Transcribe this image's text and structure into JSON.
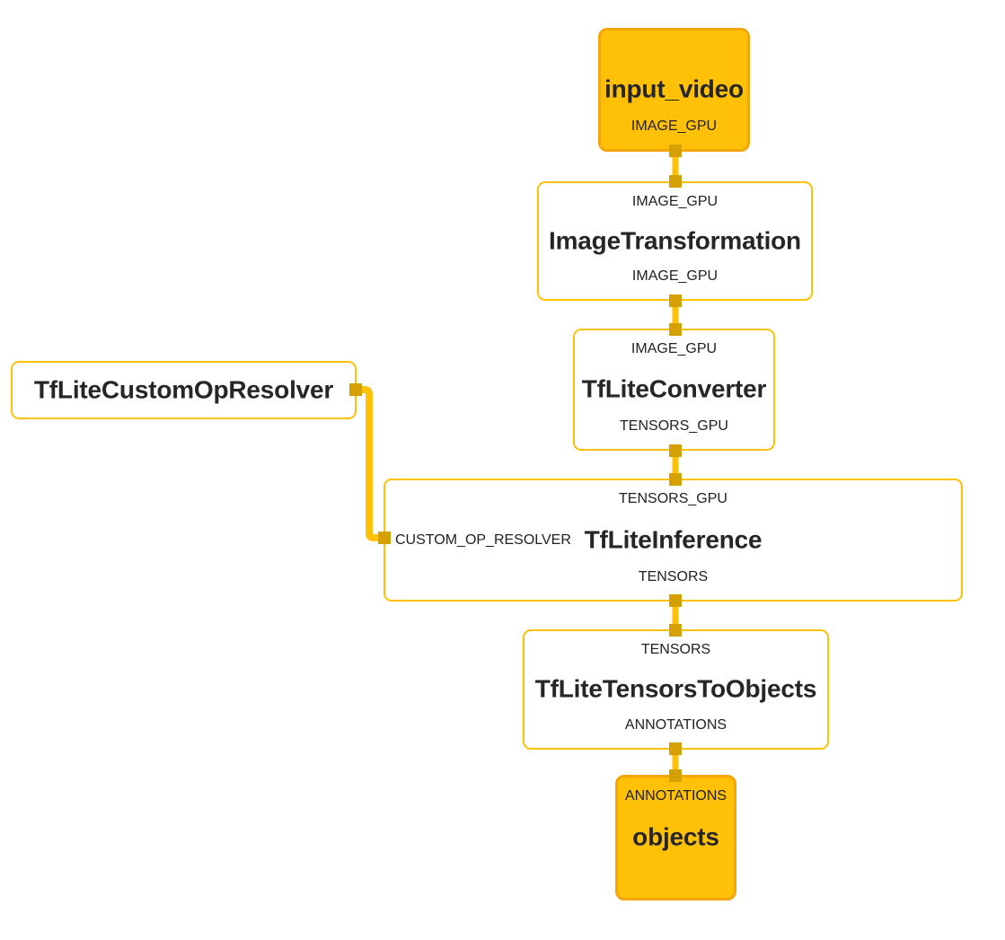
{
  "diagram": {
    "kind": "dataflow-graph",
    "background": "#FFFFFF",
    "colors": {
      "node_border": "#FFC107",
      "edge_line": "#FFC107",
      "port_connector_square": "#D4A004",
      "stream_node_fill": "#FFC107",
      "stream_node_border": "#F4A50B",
      "text": "#212121"
    },
    "nodes": [
      {
        "title": "input_video",
        "kind": "input-stream",
        "ports": {
          "output": "IMAGE_GPU"
        }
      },
      {
        "title": "ImageTransformation",
        "kind": "calculator",
        "ports": {
          "input": "IMAGE_GPU",
          "output": "IMAGE_GPU"
        }
      },
      {
        "title": "TfLiteConverter",
        "kind": "calculator",
        "ports": {
          "input": "IMAGE_GPU",
          "output": "TENSORS_GPU"
        }
      },
      {
        "title": "TfLiteCustomOpResolver",
        "kind": "calculator",
        "ports": {}
      },
      {
        "title": "TfLiteInference",
        "kind": "calculator",
        "ports": {
          "input": "TENSORS_GPU",
          "side_input": "CUSTOM_OP_RESOLVER",
          "output": "TENSORS"
        }
      },
      {
        "title": "TfLiteTensorsToObjects",
        "kind": "calculator",
        "ports": {
          "input": "TENSORS",
          "output": "ANNOTATIONS"
        }
      },
      {
        "title": "objects",
        "kind": "output-stream",
        "ports": {
          "input": "ANNOTATIONS"
        }
      }
    ],
    "edges": [
      {
        "from": "input_video",
        "to": "ImageTransformation",
        "label": "IMAGE_GPU"
      },
      {
        "from": "ImageTransformation",
        "to": "TfLiteConverter",
        "label": "IMAGE_GPU"
      },
      {
        "from": "TfLiteConverter",
        "to": "TfLiteInference",
        "label": "TENSORS_GPU"
      },
      {
        "from": "TfLiteCustomOpResolver",
        "to": "TfLiteInference",
        "label": "CUSTOM_OP_RESOLVER"
      },
      {
        "from": "TfLiteInference",
        "to": "TfLiteTensorsToObjects",
        "label": "TENSORS"
      },
      {
        "from": "TfLiteTensorsToObjects",
        "to": "objects",
        "label": "ANNOTATIONS"
      }
    ]
  }
}
